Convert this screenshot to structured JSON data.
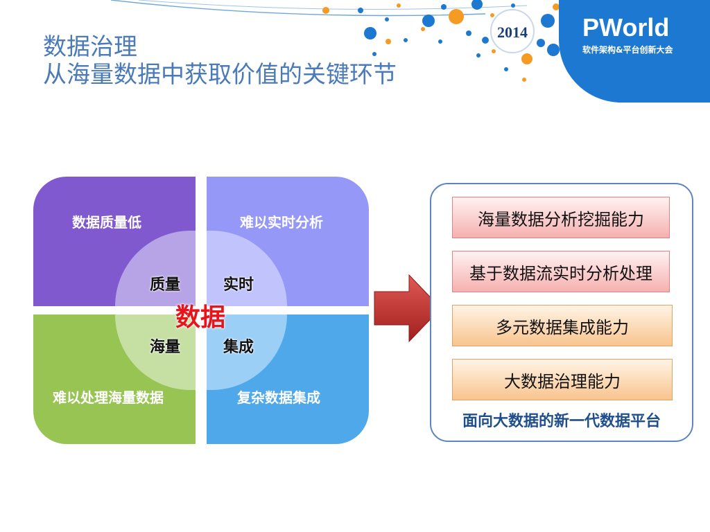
{
  "title": {
    "line1": "数据治理",
    "line2": "从海量数据中获取价值的关键环节"
  },
  "quadrants": {
    "top_left": "数据质量低",
    "top_right": "难以实时分析",
    "bottom_left": "难以处理海量数据",
    "bottom_right": "复杂数据集成"
  },
  "center": {
    "quality": "质量",
    "realtime": "实时",
    "volume": "海量",
    "integration": "集成",
    "core": "数据"
  },
  "capabilities": [
    "海量数据分析挖掘能力",
    "基于数据流实时分析处理",
    "多元数据集成能力",
    "大数据治理能力"
  ],
  "platform_label": "面向大数据的新一代数据平台",
  "logo": {
    "year": "2014",
    "brand": "PWorld",
    "tagline": "软件架构&平台创新大会"
  },
  "colors": {
    "title": "#4a7ab8",
    "quad_purple": "#8059cf",
    "quad_lavender": "#9698f8",
    "quad_green": "#98c454",
    "quad_blue": "#4fa8ea",
    "core_red": "#e8141c",
    "arrow_red": "#c0302e",
    "panel_border": "#5d86bf",
    "logo_blue": "#1d78d1",
    "logo_orange": "#f59a23"
  }
}
